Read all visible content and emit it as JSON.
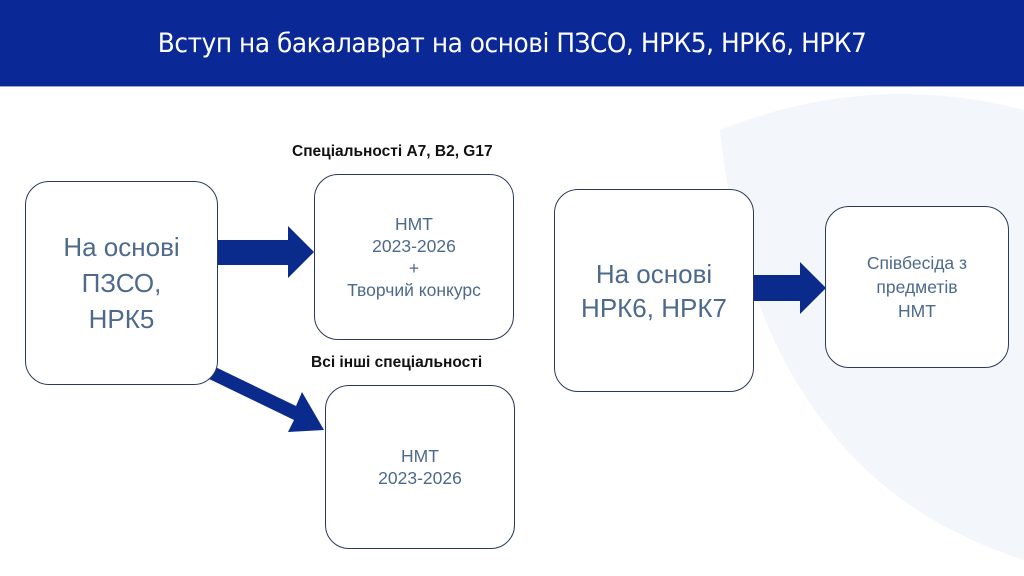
{
  "header": {
    "title": "Вступ на бакалаврат на основі ПЗСО, НРК5, НРК6, НРК7"
  },
  "labels": {
    "specialties": "Спеціальності А7, В2, G17",
    "other": "Всі інші спеціальності"
  },
  "boxes": {
    "pzso": [
      "На основі",
      "ПЗСО,",
      "НРК5"
    ],
    "nmt_creative": [
      "НМТ",
      "2023-2026",
      "+",
      "Творчий конкурс"
    ],
    "nmt": [
      "НМТ",
      "2023-2026"
    ],
    "nrk67": [
      "На основі",
      "НРК6, НРК7"
    ],
    "interview": [
      "Співбесіда з",
      "предметів",
      "НМТ"
    ]
  },
  "colors": {
    "header": "#0a2896",
    "arrow": "#0a2a8c",
    "box_text": "#4d6a8c"
  }
}
